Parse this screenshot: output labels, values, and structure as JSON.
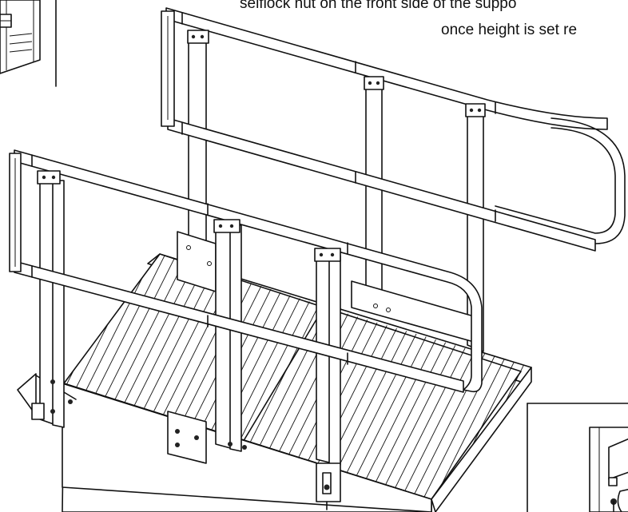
{
  "captions": {
    "line1": "selflock nut on the front side of the suppo",
    "line2": "once height is set re"
  },
  "colors": {
    "ink": "#111111",
    "background": "#ffffff"
  },
  "icons": {
    "inset_top_left": "hardware-detail-inset",
    "inset_bottom_right": "bracket-screw-detail-inset"
  }
}
